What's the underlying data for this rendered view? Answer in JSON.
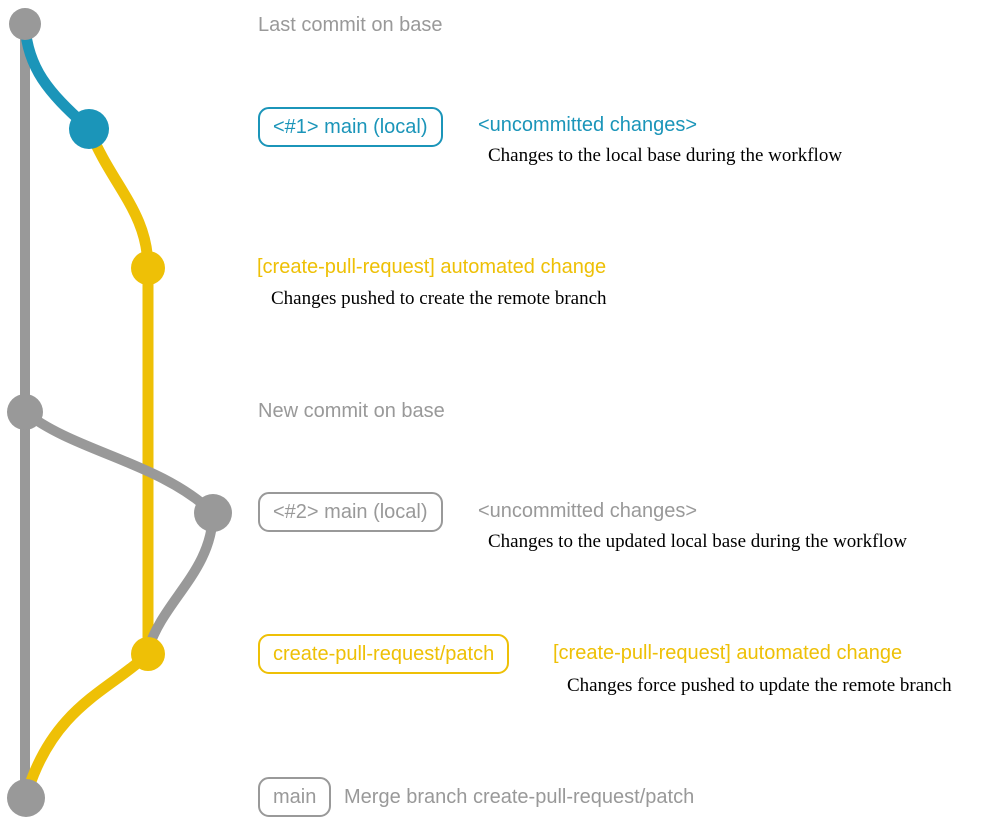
{
  "colors": {
    "gray": "#999999",
    "blue": "#1b95b9",
    "yellow": "#eec006",
    "ink": "#000000"
  },
  "commits": [
    {
      "label": "Last commit on base"
    },
    {
      "badge": "<#1> main (local)",
      "annotation": "<uncommitted changes>",
      "description": "Changes to the local base during the workflow"
    },
    {
      "annotation": "[create-pull-request] automated change",
      "description": "Changes pushed to create the remote branch"
    },
    {
      "label": "New commit on base"
    },
    {
      "badge": "<#2> main (local)",
      "annotation": "<uncommitted changes>",
      "description": "Changes to the updated local base during the workflow"
    },
    {
      "badge": "create-pull-request/patch",
      "annotation": "[create-pull-request] automated change",
      "description": "Changes force pushed to update the remote branch"
    },
    {
      "badge": "main",
      "label": "Merge branch create-pull-request/patch"
    }
  ]
}
